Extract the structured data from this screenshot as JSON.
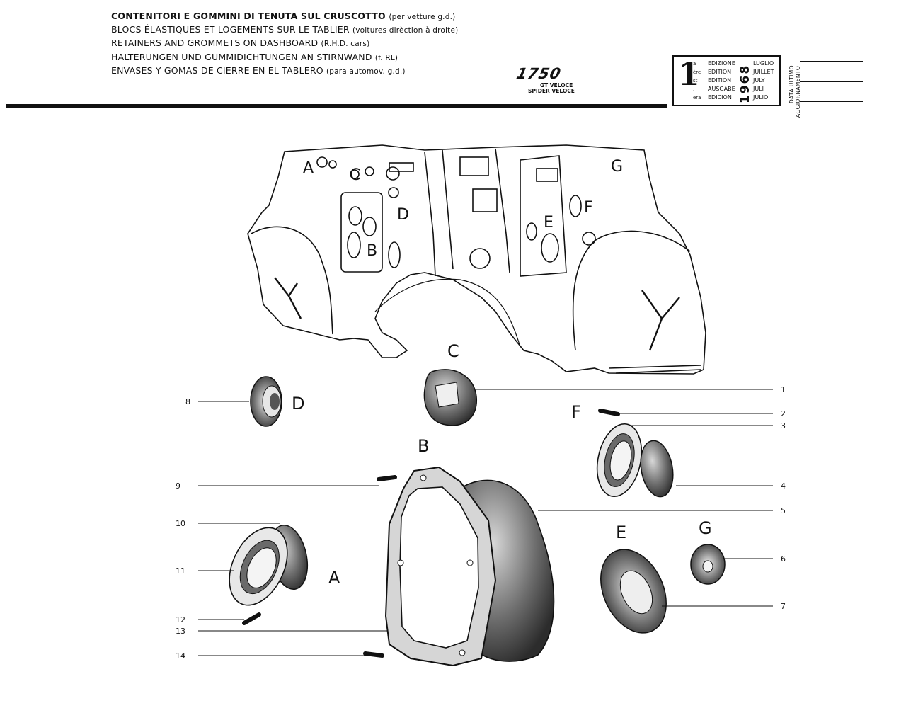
{
  "header": {
    "titles": [
      "CONTENITORI E GOMMINI DI TENUTA SUL CRUSCOTTO",
      "BLOCS ÉLASTIQUES ET LOGEMENTS SUR LE TABLIER",
      "RETAINERS AND GROMMETS ON DASHBOARD",
      "HALTERUNGEN UND GUMMIDICHTUNGEN AN STIRNWAND",
      "ENVASES Y GOMAS DE CIERRE EN EL TABLERO"
    ],
    "title_notes": [
      "(per vetture g.d.)",
      "(voitures dirèction à droite)",
      "(R.H.D. cars)",
      "(f. RL)",
      "(para automov. g.d.)"
    ],
    "model": "1750",
    "variants": [
      "GT VELOCE",
      "SPIDER VELOCE"
    ]
  },
  "edition": {
    "number": "1",
    "ordinals": [
      "a",
      "ère",
      "st",
      ".",
      "era"
    ],
    "labels": [
      "EDIZIONE",
      "EDITION",
      "EDITION",
      "AUSGABE",
      "EDICION"
    ],
    "year": "1968",
    "months": [
      "LUGLIO",
      "JUILLET",
      "JULY",
      "JULI",
      "JULIO"
    ],
    "update_label_1": "DATA ULTIMO",
    "update_label_2": "AGGIORNAMENTO"
  },
  "diagram": {
    "dashboard_letters": [
      "A",
      "B",
      "C",
      "D",
      "E",
      "F",
      "G"
    ],
    "group_letters": [
      "A",
      "B",
      "C",
      "D",
      "E",
      "F",
      "G"
    ],
    "part_numbers": [
      "1",
      "2",
      "3",
      "4",
      "5",
      "6",
      "7",
      "8",
      "9",
      "10",
      "11",
      "12",
      "13",
      "14"
    ]
  }
}
